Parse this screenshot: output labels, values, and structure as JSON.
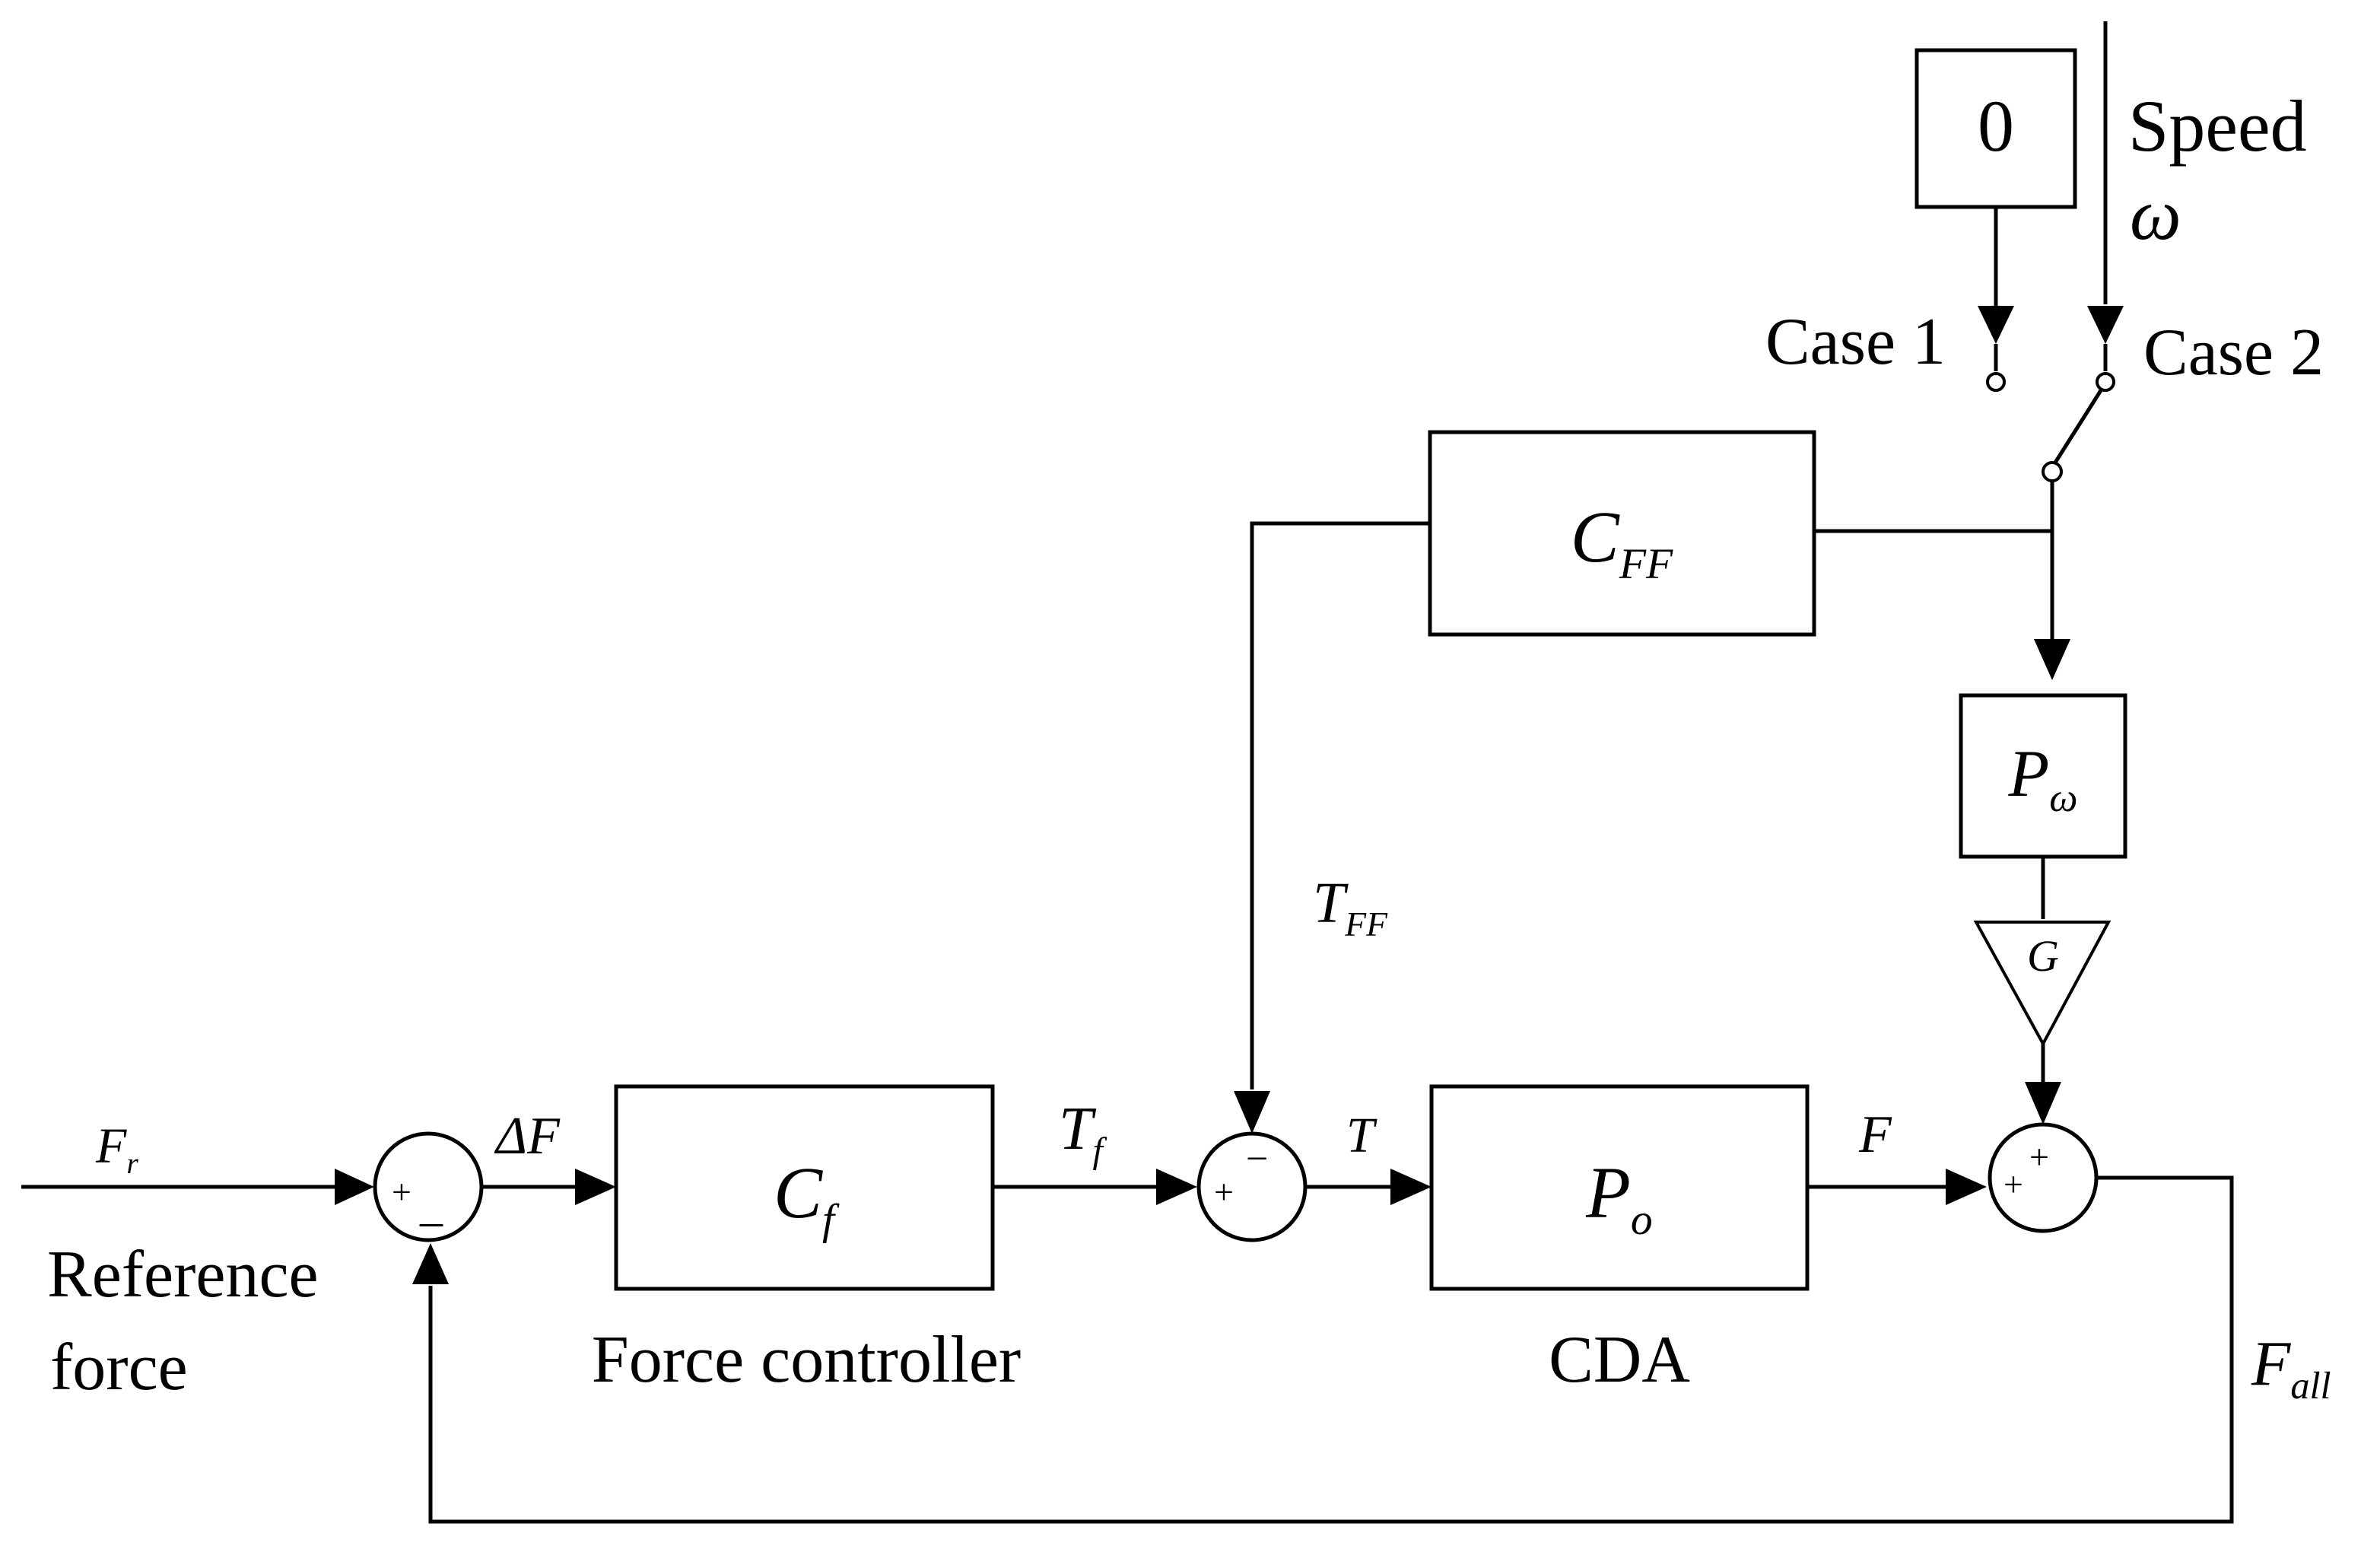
{
  "blocks": {
    "cf": {
      "symbol": "C",
      "subscript": "f",
      "caption": "Force controller"
    },
    "po": {
      "symbol": "P",
      "subscript": "o",
      "caption": "CDA"
    },
    "cff": {
      "symbol": "C",
      "subscript": "FF"
    },
    "pw": {
      "symbol": "P",
      "subscript": "ω"
    },
    "gain": {
      "label": "G"
    },
    "const": {
      "value": "0"
    }
  },
  "signals": {
    "fr": {
      "symbol": "F",
      "subscript": "r"
    },
    "reference_caption": [
      "Reference",
      "force"
    ],
    "delta_f": "ΔF",
    "tf": {
      "symbol": "T",
      "subscript": "f"
    },
    "tff": {
      "symbol": "T",
      "subscript": "FF"
    },
    "t": "T",
    "f": "F",
    "fall": {
      "symbol": "F",
      "subscript": "all"
    },
    "speed": {
      "label": "Speed",
      "symbol": "ω"
    }
  },
  "switch": {
    "case1": "Case 1",
    "case2": "Case 2"
  },
  "junctions": {
    "sum1": {
      "top": "+",
      "bottom": "_"
    },
    "sum2": {
      "left": "+",
      "top": "−"
    },
    "sum3": {
      "left": "+",
      "top": "+"
    }
  }
}
